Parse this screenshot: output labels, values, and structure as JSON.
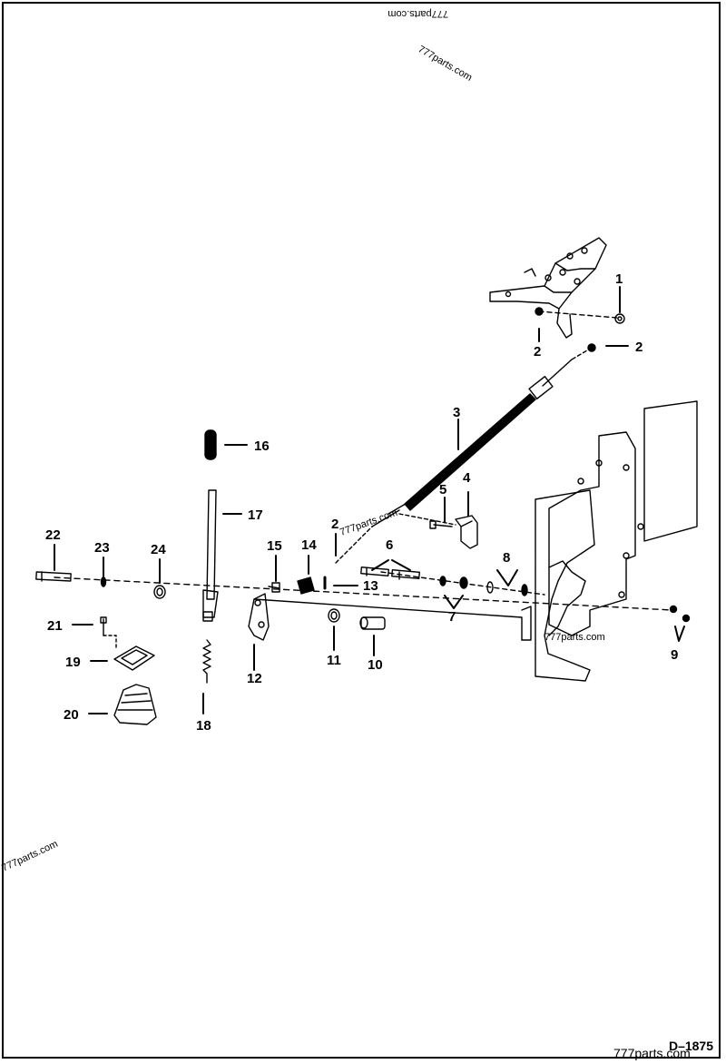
{
  "diagram": {
    "document_id": "D–1875",
    "watermark": "777parts.com",
    "callouts": [
      "1",
      "2",
      "2",
      "2",
      "3",
      "4",
      "5",
      "6",
      "7",
      "8",
      "9",
      "10",
      "11",
      "12",
      "13",
      "14",
      "15",
      "16",
      "17",
      "18",
      "19",
      "20",
      "21",
      "22",
      "23",
      "24"
    ]
  }
}
